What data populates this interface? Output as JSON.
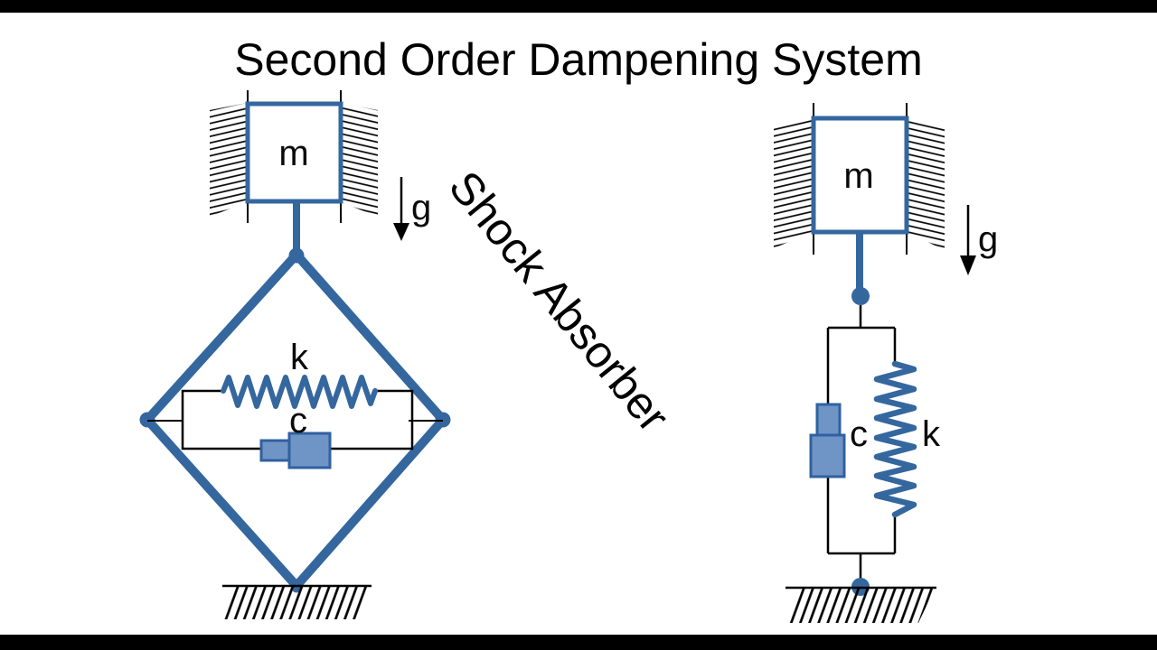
{
  "title": "Second Order Dampening System",
  "annotation": "Shock Absorber",
  "colors": {
    "line_blue": "#35679f",
    "damper_fill": "#6f94c6",
    "damper_border": "#30619f",
    "ink": "#000000",
    "background": "#ffffff",
    "letterbox": "#000000"
  },
  "left_system": {
    "mass_label": "m",
    "spring_label": "k",
    "damper_label": "c",
    "gravity_label": "g"
  },
  "right_system": {
    "mass_label": "m",
    "spring_label": "k",
    "damper_label": "c",
    "gravity_label": "g"
  }
}
